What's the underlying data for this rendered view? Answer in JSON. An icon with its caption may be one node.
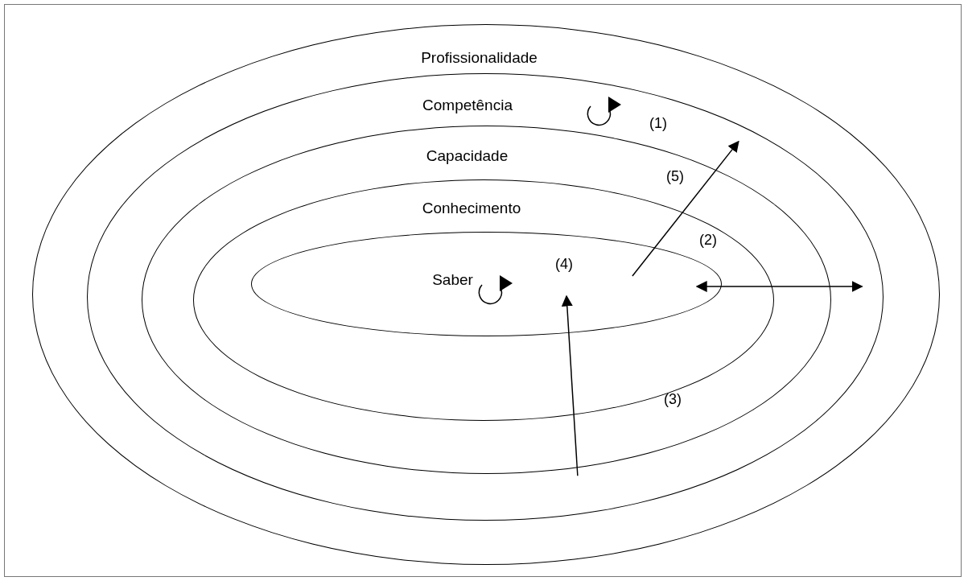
{
  "diagram": {
    "nodes": [
      {
        "text": [
          "Profissionalidade"
        ]
      },
      {
        "text": [
          "Competência"
        ],
        "in": 0
      },
      {
        "text": [
          "Capacidade"
        ],
        "in": 1
      },
      {
        "text": [
          "Conhecimento"
        ],
        "in": 2
      },
      {
        "text": [
          "Saber"
        ],
        "in": 3
      }
    ],
    "edges": [
      {
        "from": 1,
        "to": 4,
        "arrow": "to",
        "label": "(4)"
      },
      {
        "from": 4,
        "to": 1,
        "arrow": "to",
        "label": "(5)"
      },
      {
        "from": 4,
        "to": 1,
        "arrow": "both"
      }
    ],
    "labels": [
      "(1)",
      "(2)",
      "(3)"
    ]
  }
}
